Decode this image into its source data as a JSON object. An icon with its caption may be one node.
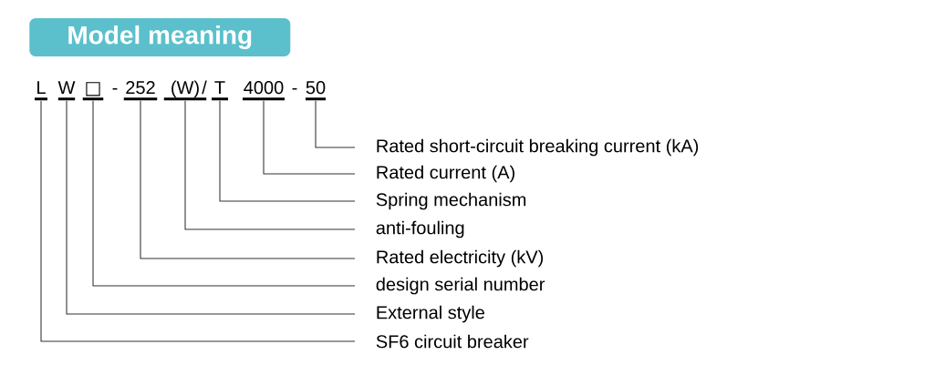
{
  "diagram": {
    "title": "Model meaning",
    "nodes": [
      {
        "text": [
          "L"
        ]
      },
      {
        "text": [
          "W"
        ]
      },
      {
        "text": [
          "□"
        ]
      },
      {
        "text": [
          "252"
        ]
      },
      {
        "text": [
          "(W)"
        ]
      },
      {
        "text": [
          "T"
        ]
      },
      {
        "text": [
          "4000"
        ]
      },
      {
        "text": [
          "50"
        ]
      },
      {
        "text": [
          "Rated short-circuit breaking current (kA)"
        ]
      },
      {
        "text": [
          "Rated current (A)"
        ]
      },
      {
        "text": [
          "Spring mechanism"
        ]
      },
      {
        "text": [
          "anti-fouling"
        ]
      },
      {
        "text": [
          "Rated electricity (kV)"
        ]
      },
      {
        "text": [
          "design serial number"
        ]
      },
      {
        "text": [
          "External style"
        ]
      },
      {
        "text": [
          "SF6 circuit breaker"
        ]
      }
    ],
    "edges": [
      {
        "from": 0,
        "to": 15,
        "arrow": "none"
      },
      {
        "from": 1,
        "to": 14,
        "arrow": "none"
      },
      {
        "from": 2,
        "to": 13,
        "arrow": "none"
      },
      {
        "from": 3,
        "to": 12,
        "arrow": "none"
      },
      {
        "from": 4,
        "to": 11,
        "arrow": "none"
      },
      {
        "from": 5,
        "to": 10,
        "arrow": "none"
      },
      {
        "from": 6,
        "to": 9,
        "arrow": "none"
      },
      {
        "from": 7,
        "to": 8,
        "arrow": "none"
      }
    ],
    "labels": [
      "-",
      "/",
      "-"
    ]
  }
}
